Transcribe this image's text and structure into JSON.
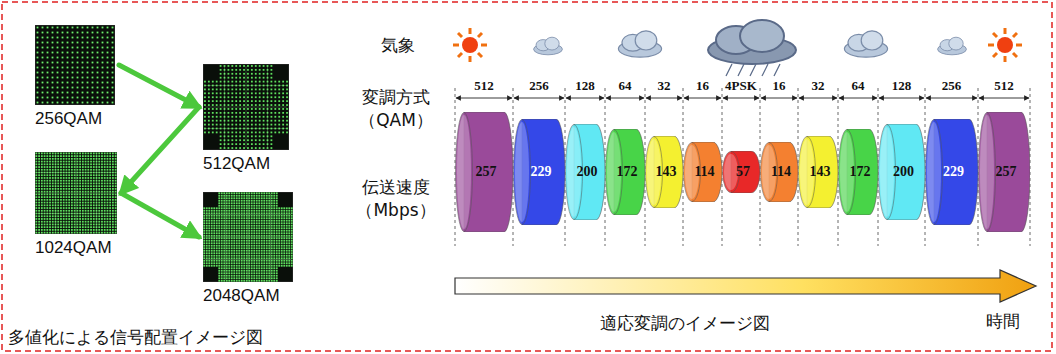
{
  "diagram": {
    "caption": "多値化による信号配置イメージ図",
    "nodes": [
      {
        "text": [
          "256QAM"
        ]
      },
      {
        "text": [
          "512QAM"
        ]
      },
      {
        "text": [
          "1024QAM"
        ]
      },
      {
        "text": [
          "2048QAM"
        ]
      },
      {
        "text": [
          "257"
        ]
      },
      {
        "text": [
          "229"
        ]
      },
      {
        "text": [
          "200"
        ]
      },
      {
        "text": [
          "172"
        ]
      },
      {
        "text": [
          "143"
        ]
      },
      {
        "text": [
          "114"
        ]
      },
      {
        "text": [
          "57"
        ]
      },
      {
        "text": [
          "114"
        ]
      },
      {
        "text": [
          "143"
        ]
      },
      {
        "text": [
          "172"
        ]
      },
      {
        "text": [
          "200"
        ]
      },
      {
        "text": [
          "229"
        ]
      },
      {
        "text": [
          "257"
        ]
      }
    ],
    "edges": [
      {
        "from": 0,
        "to": 1,
        "arrow": "to"
      },
      {
        "from": 1,
        "to": 2,
        "arrow": "to"
      },
      {
        "from": 2,
        "to": 3,
        "arrow": "to"
      }
    ],
    "labels": [
      "気象",
      "変調方式 （QAM）",
      "512",
      "256",
      "128",
      "64",
      "32",
      "16",
      "4PSK",
      "16",
      "32",
      "64",
      "128",
      "256",
      "512",
      "伝送速度 （Mbps）",
      "適応変調のイメージ図",
      "時間"
    ]
  }
}
